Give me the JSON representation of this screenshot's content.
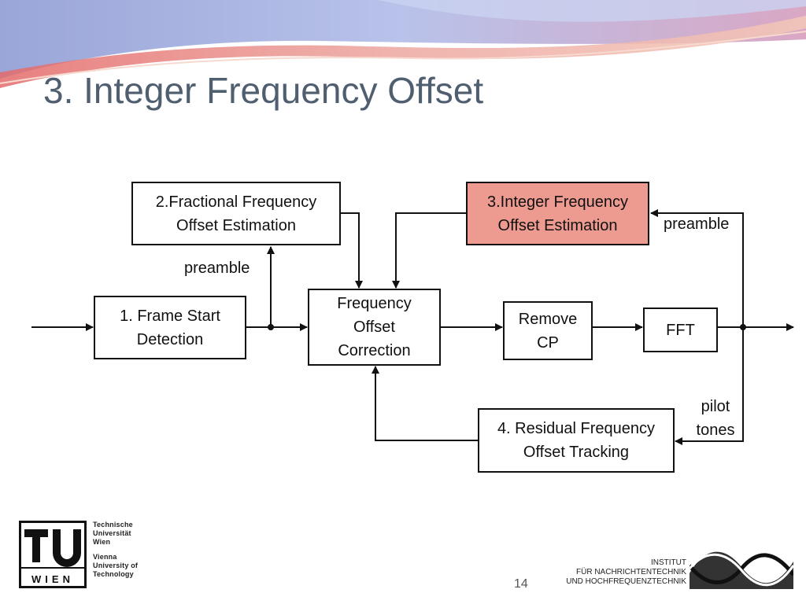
{
  "slide": {
    "title": "3. Integer Frequency Offset",
    "page_number": "14"
  },
  "diagram": {
    "boxes": {
      "frame_start": [
        "1. Frame Start",
        "Detection"
      ],
      "fractional": [
        "2.Fractional Frequency",
        "Offset Estimation"
      ],
      "integer": [
        "3.Integer Frequency",
        "Offset Estimation"
      ],
      "correction": [
        "Frequency",
        "Offset",
        "Correction"
      ],
      "remove_cp": [
        "Remove",
        "CP"
      ],
      "fft": [
        "FFT"
      ],
      "residual": [
        "4. Residual Frequency",
        "Offset Tracking"
      ]
    },
    "labels": {
      "preamble_left": "preamble",
      "preamble_right": "preamble",
      "pilot_tones": [
        "pilot",
        "tones"
      ]
    },
    "highlight_color": "#ed9a90"
  },
  "footer": {
    "tu_logo_letters": "TU WIEN",
    "tu_lines": [
      "Technische",
      "Universität",
      "Wien",
      "Vienna",
      "University of",
      "Technology"
    ],
    "institute_lines": [
      "INSTITUT",
      "FÜR NACHRICHTENTECHNIK",
      "UND HOCHFREQUENZTECHNIK"
    ]
  }
}
